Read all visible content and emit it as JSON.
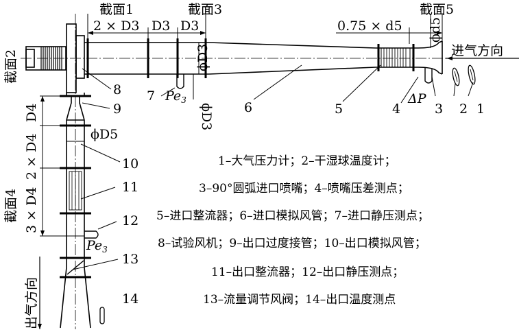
{
  "sections": {
    "s1": "截面1",
    "s2": "截面2",
    "s3": "截面3",
    "s4": "截面4",
    "s5": "截面5"
  },
  "dims": {
    "d_2xD3": "2 × D3",
    "d_D3a": "D3",
    "d_D3b": "D3",
    "d_075d5": "0.75 × d5",
    "d_phi_d5": "ϕd5",
    "d_phi_D3_top": "ϕD3",
    "d_phi_D3_bot": "ϕD3",
    "d_D4": "D4",
    "d_2xD4": "2 × D4",
    "d_3xD4": "3 × D4",
    "d_phi_D5": "ϕD5"
  },
  "flow": {
    "inlet": "进气方向",
    "outlet": "出气方向"
  },
  "symbols": {
    "pe3_top": "Pe",
    "pe3_top_sub": "3",
    "pe3_bot": "Pe",
    "pe3_bot_sub": "3",
    "deltaP": "ΔP"
  },
  "callouts": [
    "1",
    "2",
    "3",
    "4",
    "5",
    "6",
    "7",
    "8",
    "9",
    "10",
    "11",
    "12",
    "13",
    "14"
  ],
  "legend": {
    "line1": "1–大气压力计；2–干湿球温度计；",
    "line2": "3–90°圆弧进口喷嘴；4–喷嘴压差测点；",
    "line3": "5–进口整流器；6–进口模拟风管；7–进口静压测点；",
    "line4": "8–试验风机；9–出口过度接管；10–出口模拟风管；",
    "line5": "11–出口整流器；12–出口静压测点；",
    "line6": "13–流量调节风阀；14–出口温度测点"
  }
}
